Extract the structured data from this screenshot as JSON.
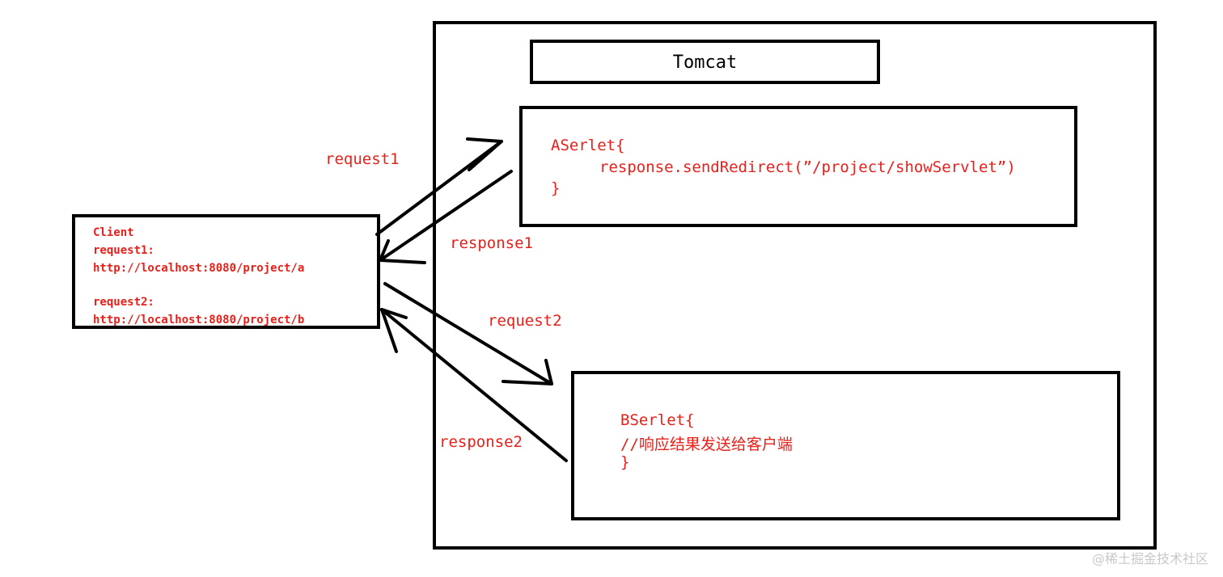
{
  "server": {
    "title": "Tomcat"
  },
  "aservlet": {
    "line1": "ASerlet{",
    "line2": "response.sendRedirect(”/project/showServlet”)",
    "line3": "}"
  },
  "bservlet": {
    "line1": "BSerlet{",
    "line2": "//响应结果发送给客户端",
    "line3": "}"
  },
  "client": {
    "title": "Client",
    "request1_label": "request1:",
    "request1_url": "http://localhost:8080/project/a",
    "request2_label": "request2:",
    "request2_url": "http://localhost:8080/project/b"
  },
  "arrows": {
    "request1": "request1",
    "response1": "response1",
    "request2": "request2",
    "response2": "response2"
  },
  "watermark": "@稀土掘金技术社区",
  "colors": {
    "text_red": "#e8201a",
    "stroke": "#000000"
  }
}
